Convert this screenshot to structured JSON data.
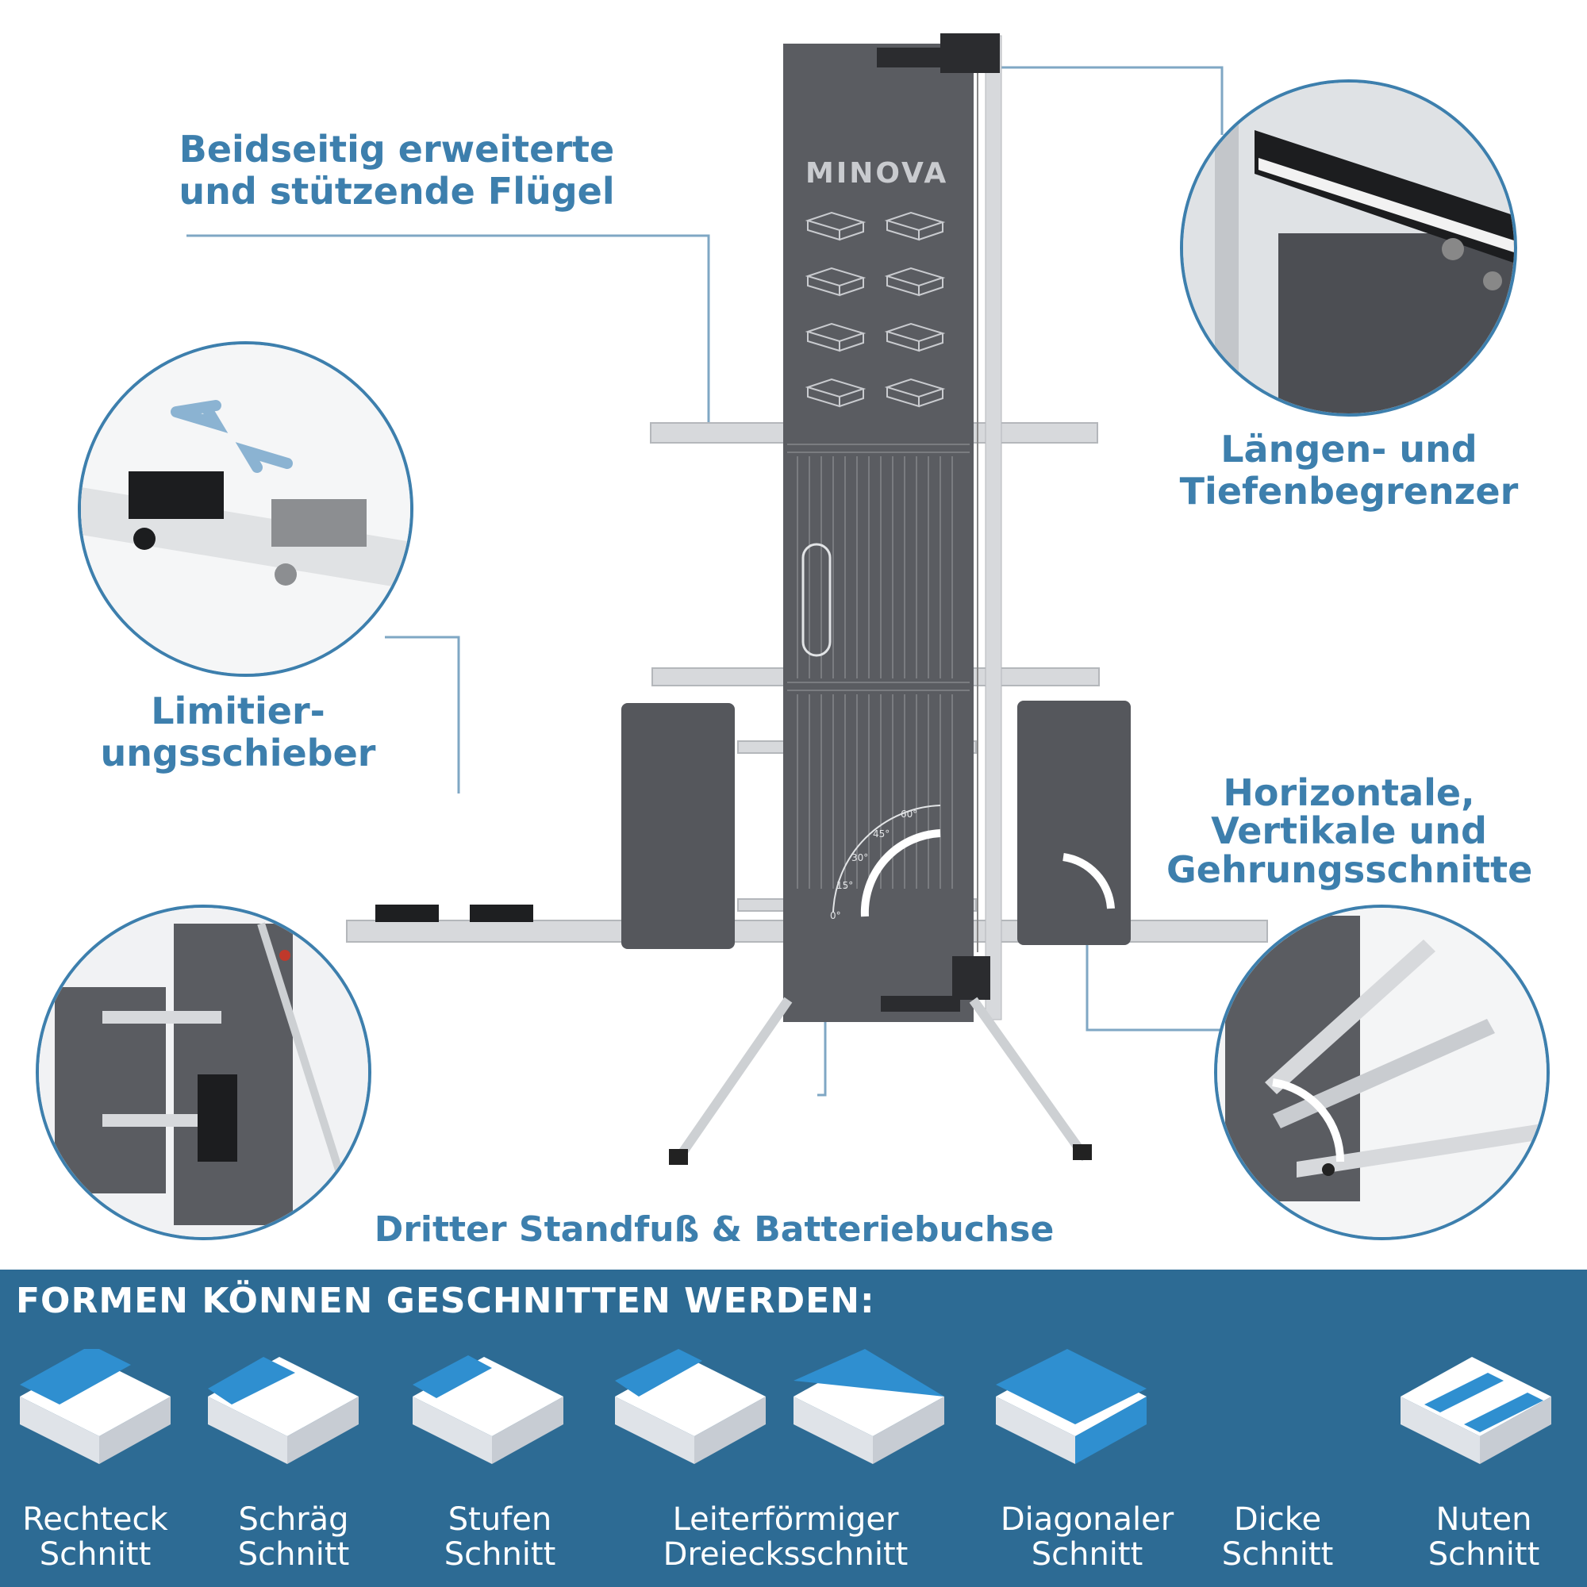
{
  "callouts": {
    "wings": "Beidseitig erweiterte\nund stützende Flügel",
    "limiter": "Limitier-\nungsschieber",
    "depth": "Längen- und\nTiefenbegrenzer",
    "cuts": "Horizontale,\nVertikale und\nGehrungsschnitte",
    "foot": "Dritter Standfuß & Batteriebuchse"
  },
  "device": {
    "brand": "MINOVA",
    "angle_marks": [
      "0°",
      "15°",
      "30°",
      "45°",
      "60°"
    ]
  },
  "panel": {
    "title": "FORMEN KÖNNEN GESCHNITTEN WERDEN:",
    "shapes": [
      {
        "icon": "rectangle-cut-icon",
        "label": "Rechteck\nSchnitt"
      },
      {
        "icon": "bevel-cut-icon",
        "label": "Schräg\nSchnitt"
      },
      {
        "icon": "step-cut-icon",
        "label": "Stufen\nSchnitt"
      },
      {
        "icon": "ladder-triangle-cut-icon",
        "label": "Leiterförmiger\nDreiecksschnitt"
      },
      {
        "icon": "diagonal-cut-icon",
        "label": "Diagonaler\nSchnitt"
      },
      {
        "icon": "thickness-cut-icon",
        "label": "Dicke\nSchnitt"
      },
      {
        "icon": "groove-cut-icon",
        "label": "Nuten\nSchnitt"
      }
    ]
  },
  "colors": {
    "accent": "#3d7fad",
    "panel_bg": "#2d6b94",
    "board": "#5a5c61",
    "rail": "#d7d9dc",
    "foam_blue": "#2f8fd0"
  }
}
